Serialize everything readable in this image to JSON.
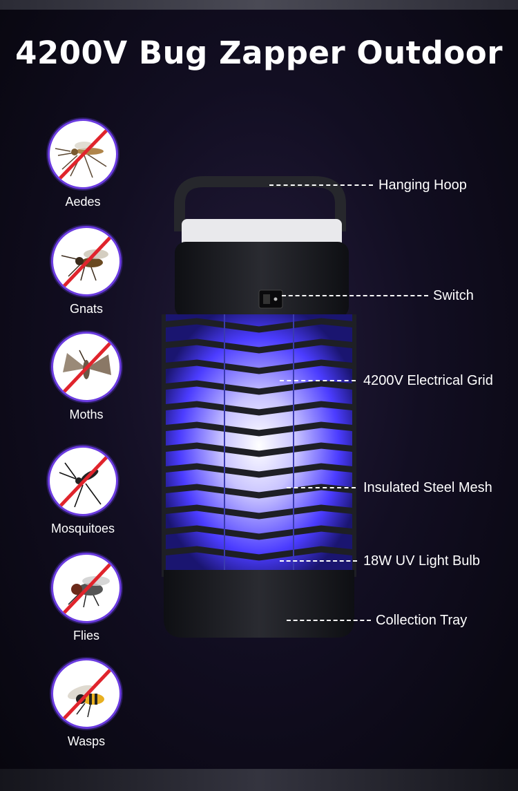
{
  "title": "4200V Bug Zapper Outdoor",
  "pests": [
    {
      "label": "Aedes",
      "icon": "aedes-mosquito-icon"
    },
    {
      "label": "Gnats",
      "icon": "gnat-icon"
    },
    {
      "label": "Moths",
      "icon": "moth-icon"
    },
    {
      "label": "Mosquitoes",
      "icon": "mosquito-icon"
    },
    {
      "label": "Flies",
      "icon": "fly-icon"
    },
    {
      "label": "Wasps",
      "icon": "wasp-icon"
    }
  ],
  "callouts": [
    {
      "label": "Hanging Hoop"
    },
    {
      "label": "Switch"
    },
    {
      "label": "4200V Electrical Grid"
    },
    {
      "label": "Insulated Steel Mesh"
    },
    {
      "label": "18W UV Light Bulb"
    },
    {
      "label": "Collection Tray"
    }
  ],
  "colors": {
    "accent": "#6b3ce0",
    "no_sign": "#e0242c",
    "uv_glow": "#5a4dff",
    "body": "#1c1d22"
  }
}
